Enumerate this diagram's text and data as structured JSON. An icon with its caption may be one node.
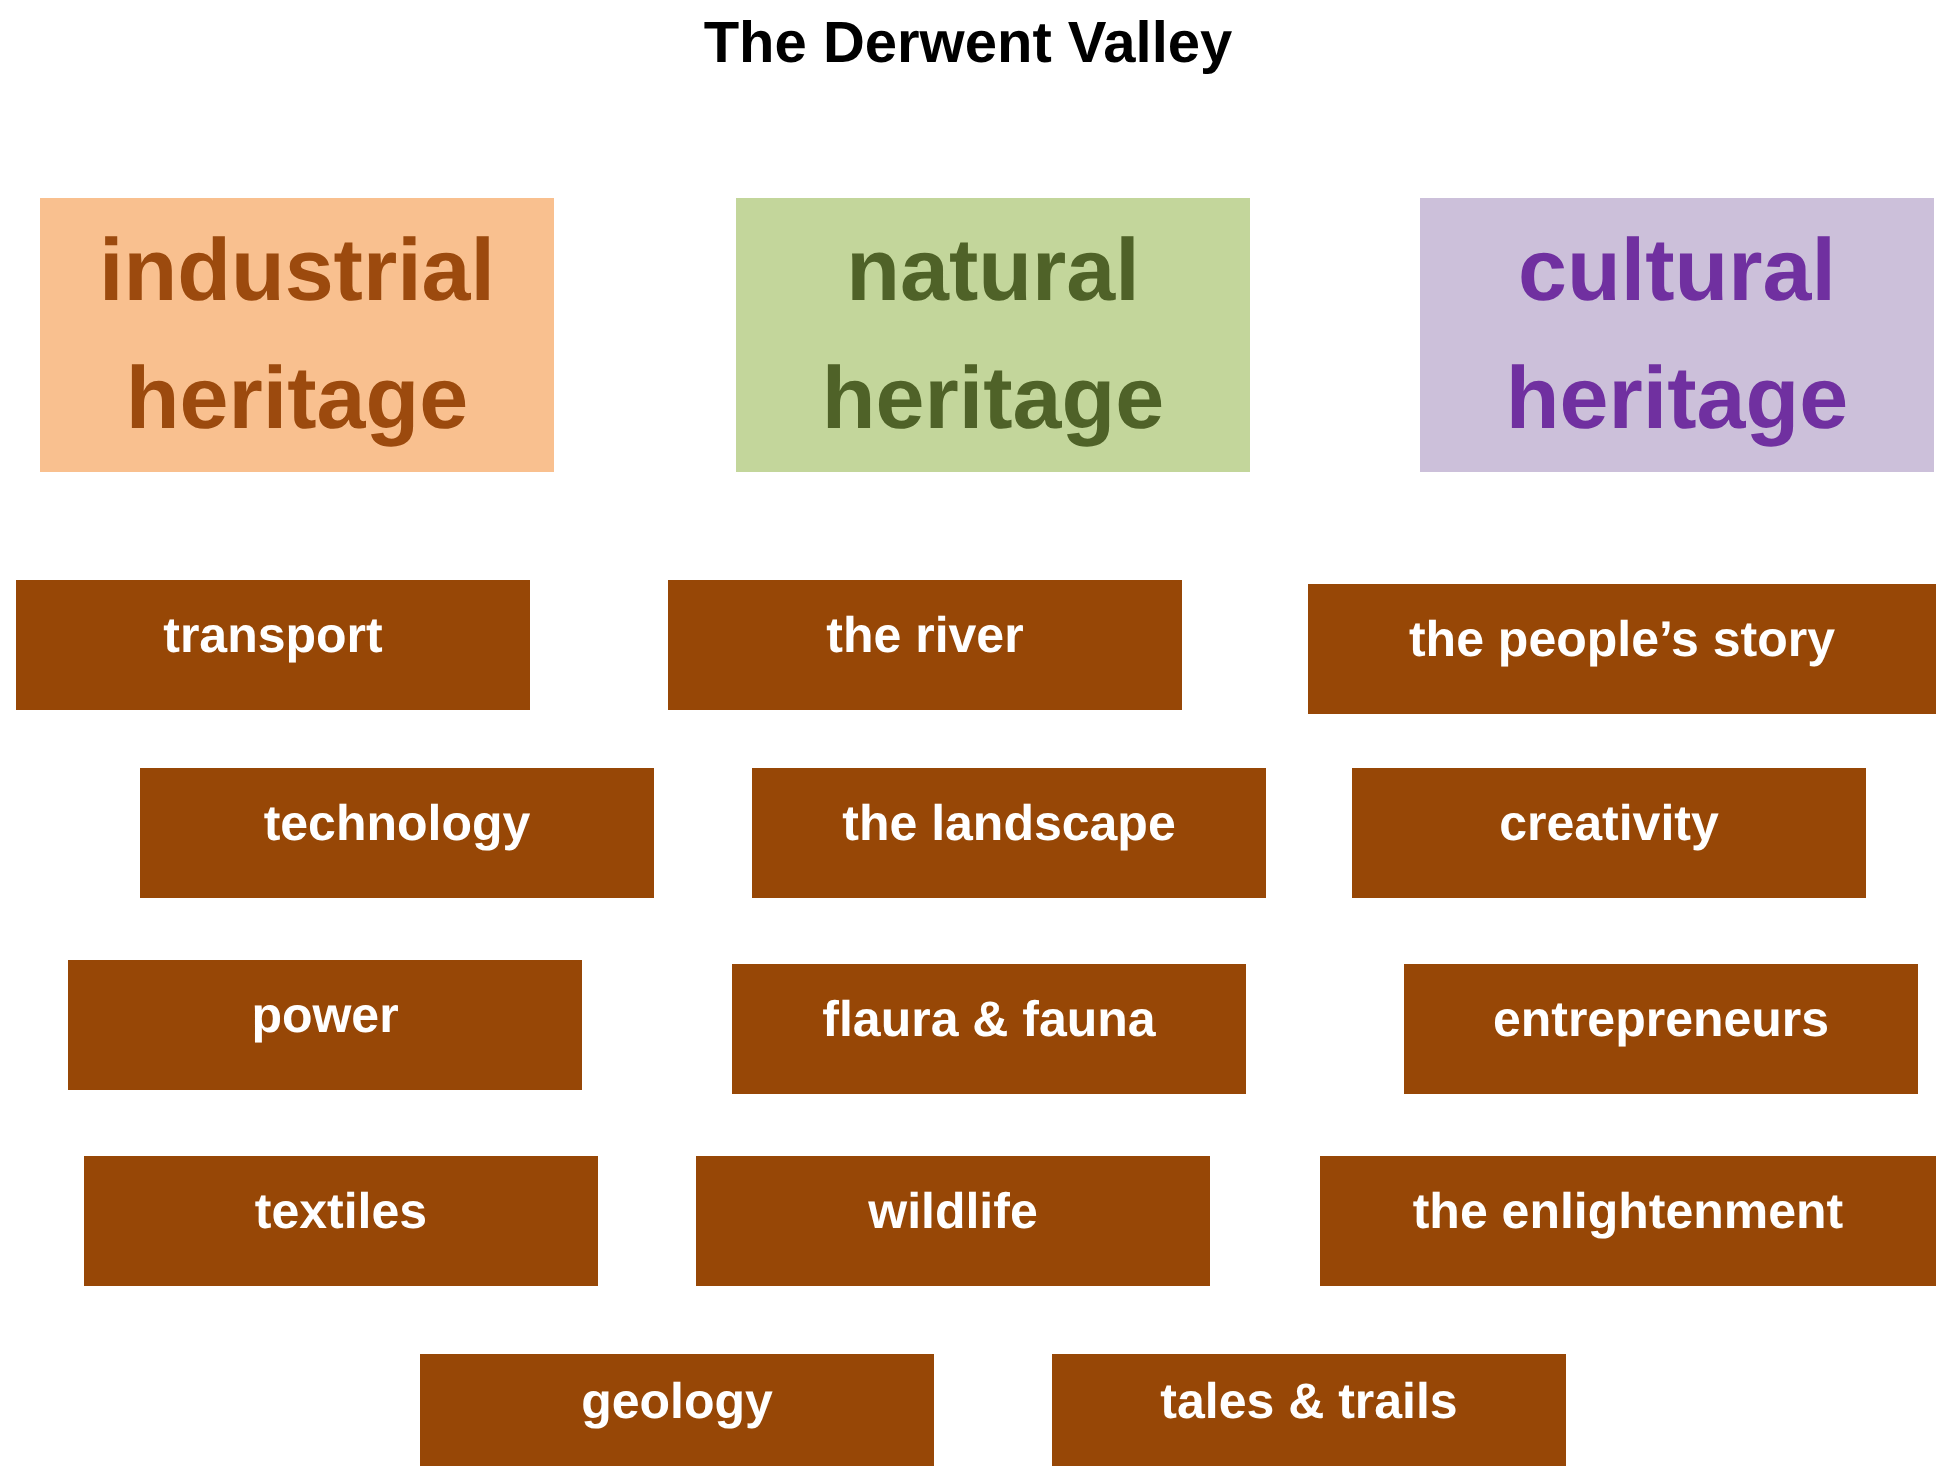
{
  "diagram": {
    "title": "The Derwent Valley",
    "nodes": [
      {
        "text": [
          "industrial heritage"
        ]
      },
      {
        "text": [
          "natural heritage"
        ]
      },
      {
        "text": [
          "cultural heritage"
        ]
      },
      {
        "text": [
          "transport"
        ]
      },
      {
        "text": [
          "the river"
        ]
      },
      {
        "text": [
          "the people’s story"
        ]
      },
      {
        "text": [
          "technology"
        ]
      },
      {
        "text": [
          "the landscape"
        ]
      },
      {
        "text": [
          "creativity"
        ]
      },
      {
        "text": [
          "power"
        ]
      },
      {
        "text": [
          "flaura & fauna"
        ]
      },
      {
        "text": [
          "entrepreneurs"
        ]
      },
      {
        "text": [
          "textiles"
        ]
      },
      {
        "text": [
          "wildlife"
        ]
      },
      {
        "text": [
          "the enlightenment"
        ]
      },
      {
        "text": [
          "geology"
        ]
      },
      {
        "text": [
          "tales & trails"
        ]
      }
    ]
  }
}
